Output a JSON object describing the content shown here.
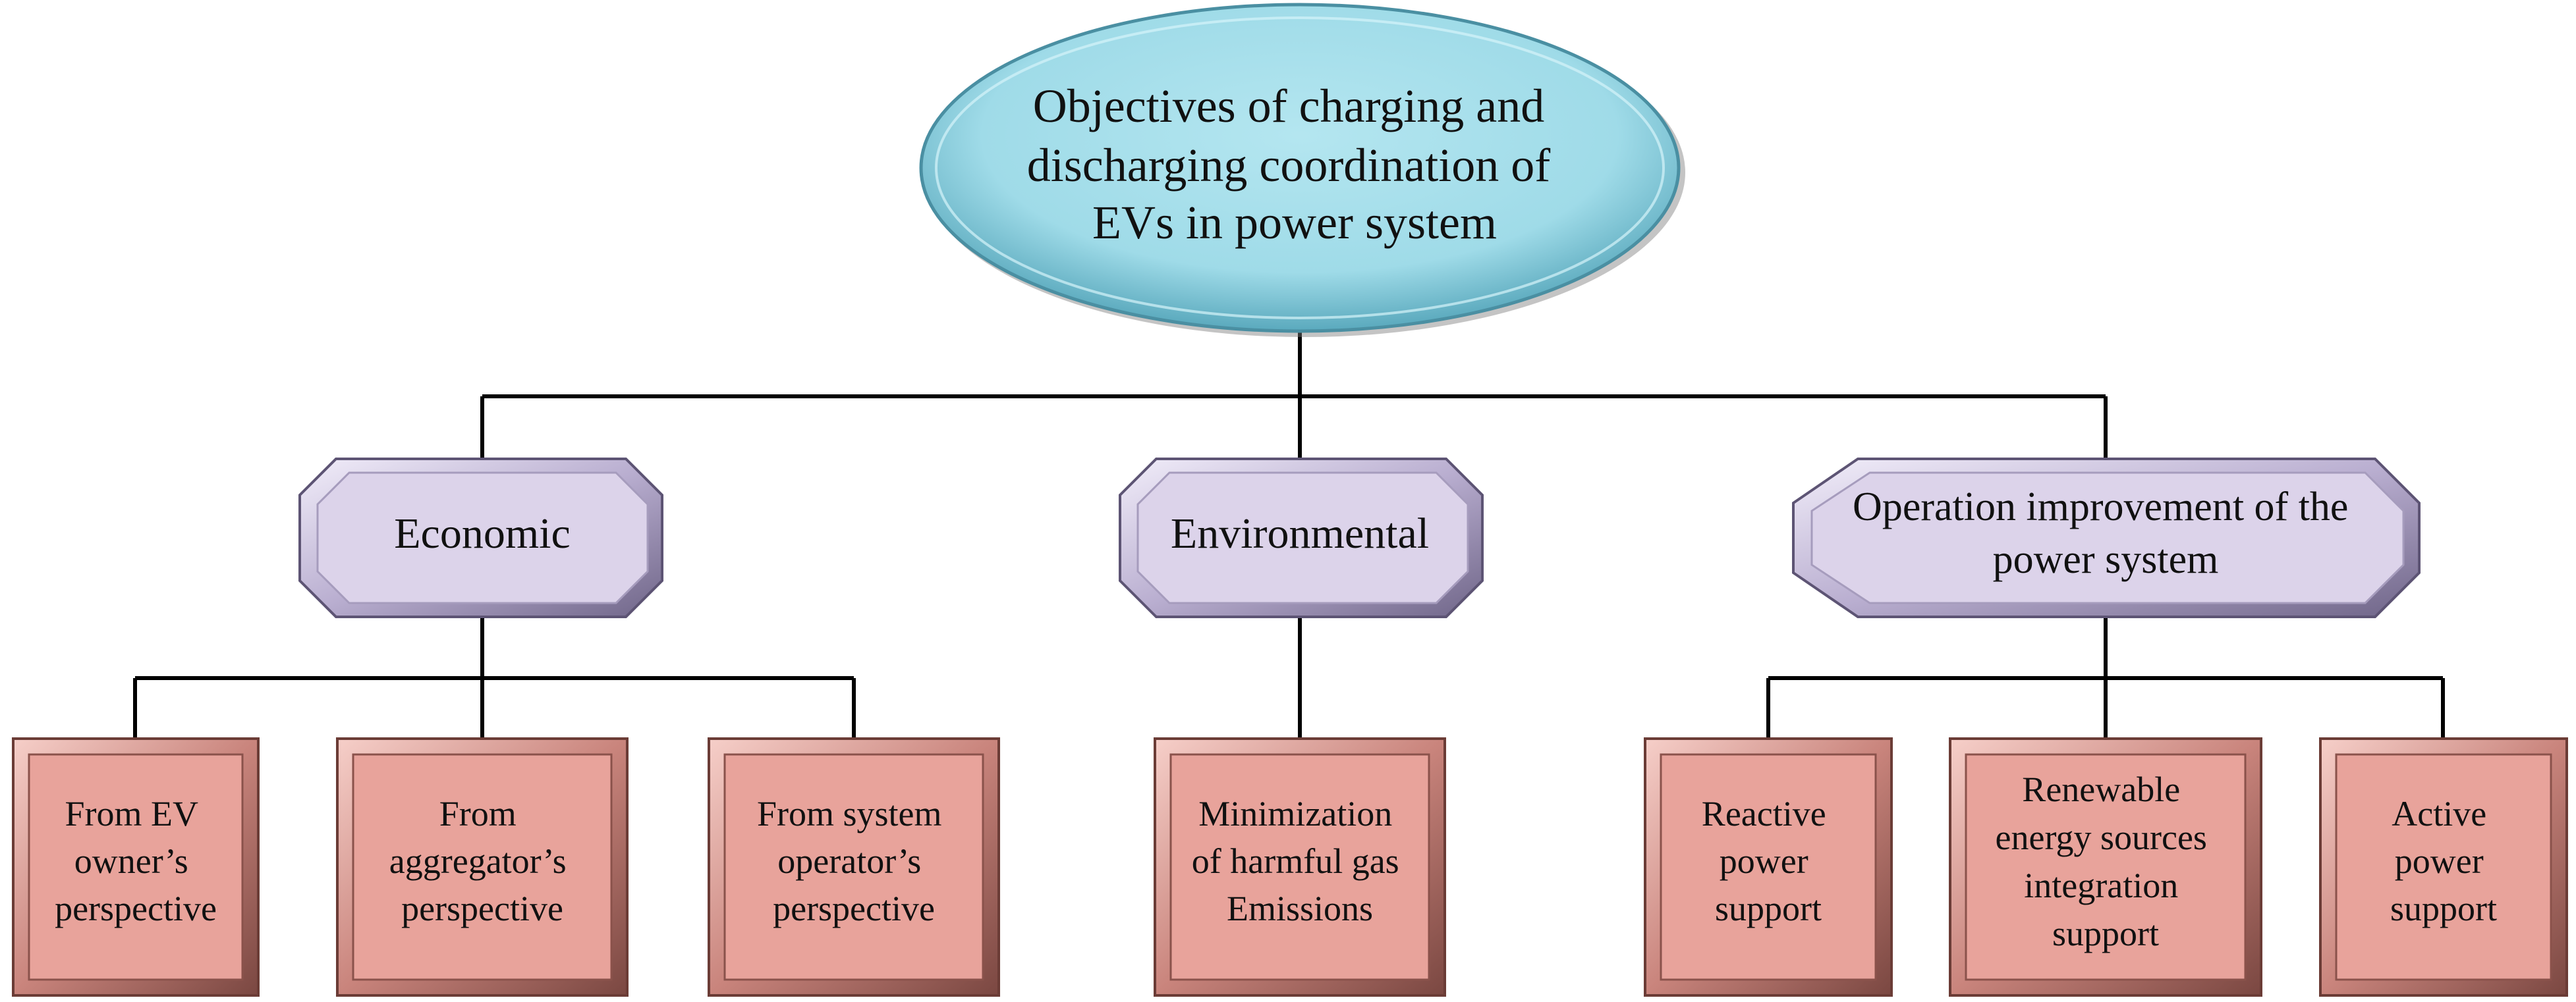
{
  "root": {
    "lines": [
      "Objectives of charging and",
      "discharging coordination of",
      "EVs in power system"
    ]
  },
  "categories": [
    {
      "lines": [
        "Economic"
      ],
      "children": [
        {
          "lines": [
            "From EV",
            "owner’s",
            "perspective"
          ]
        },
        {
          "lines": [
            "From",
            "aggregator’s",
            "perspective"
          ]
        },
        {
          "lines": [
            "From system",
            "operator’s",
            "perspective"
          ]
        }
      ]
    },
    {
      "lines": [
        "Environmental"
      ],
      "children": [
        {
          "lines": [
            "Minimization",
            "of harmful gas",
            "Emissions"
          ]
        }
      ]
    },
    {
      "lines": [
        "Operation improvement of the",
        "power system"
      ],
      "children": [
        {
          "lines": [
            "Reactive",
            "power",
            "support"
          ]
        },
        {
          "lines": [
            "Renewable",
            "energy sources",
            "integration",
            "support"
          ]
        },
        {
          "lines": [
            "Active",
            "power",
            "support"
          ]
        }
      ]
    }
  ],
  "colors": {
    "root_fill": "#9fdbe8",
    "category_fill": "#dcd3ea",
    "leaf_fill": "#e8a39b",
    "connector": "#000000"
  }
}
